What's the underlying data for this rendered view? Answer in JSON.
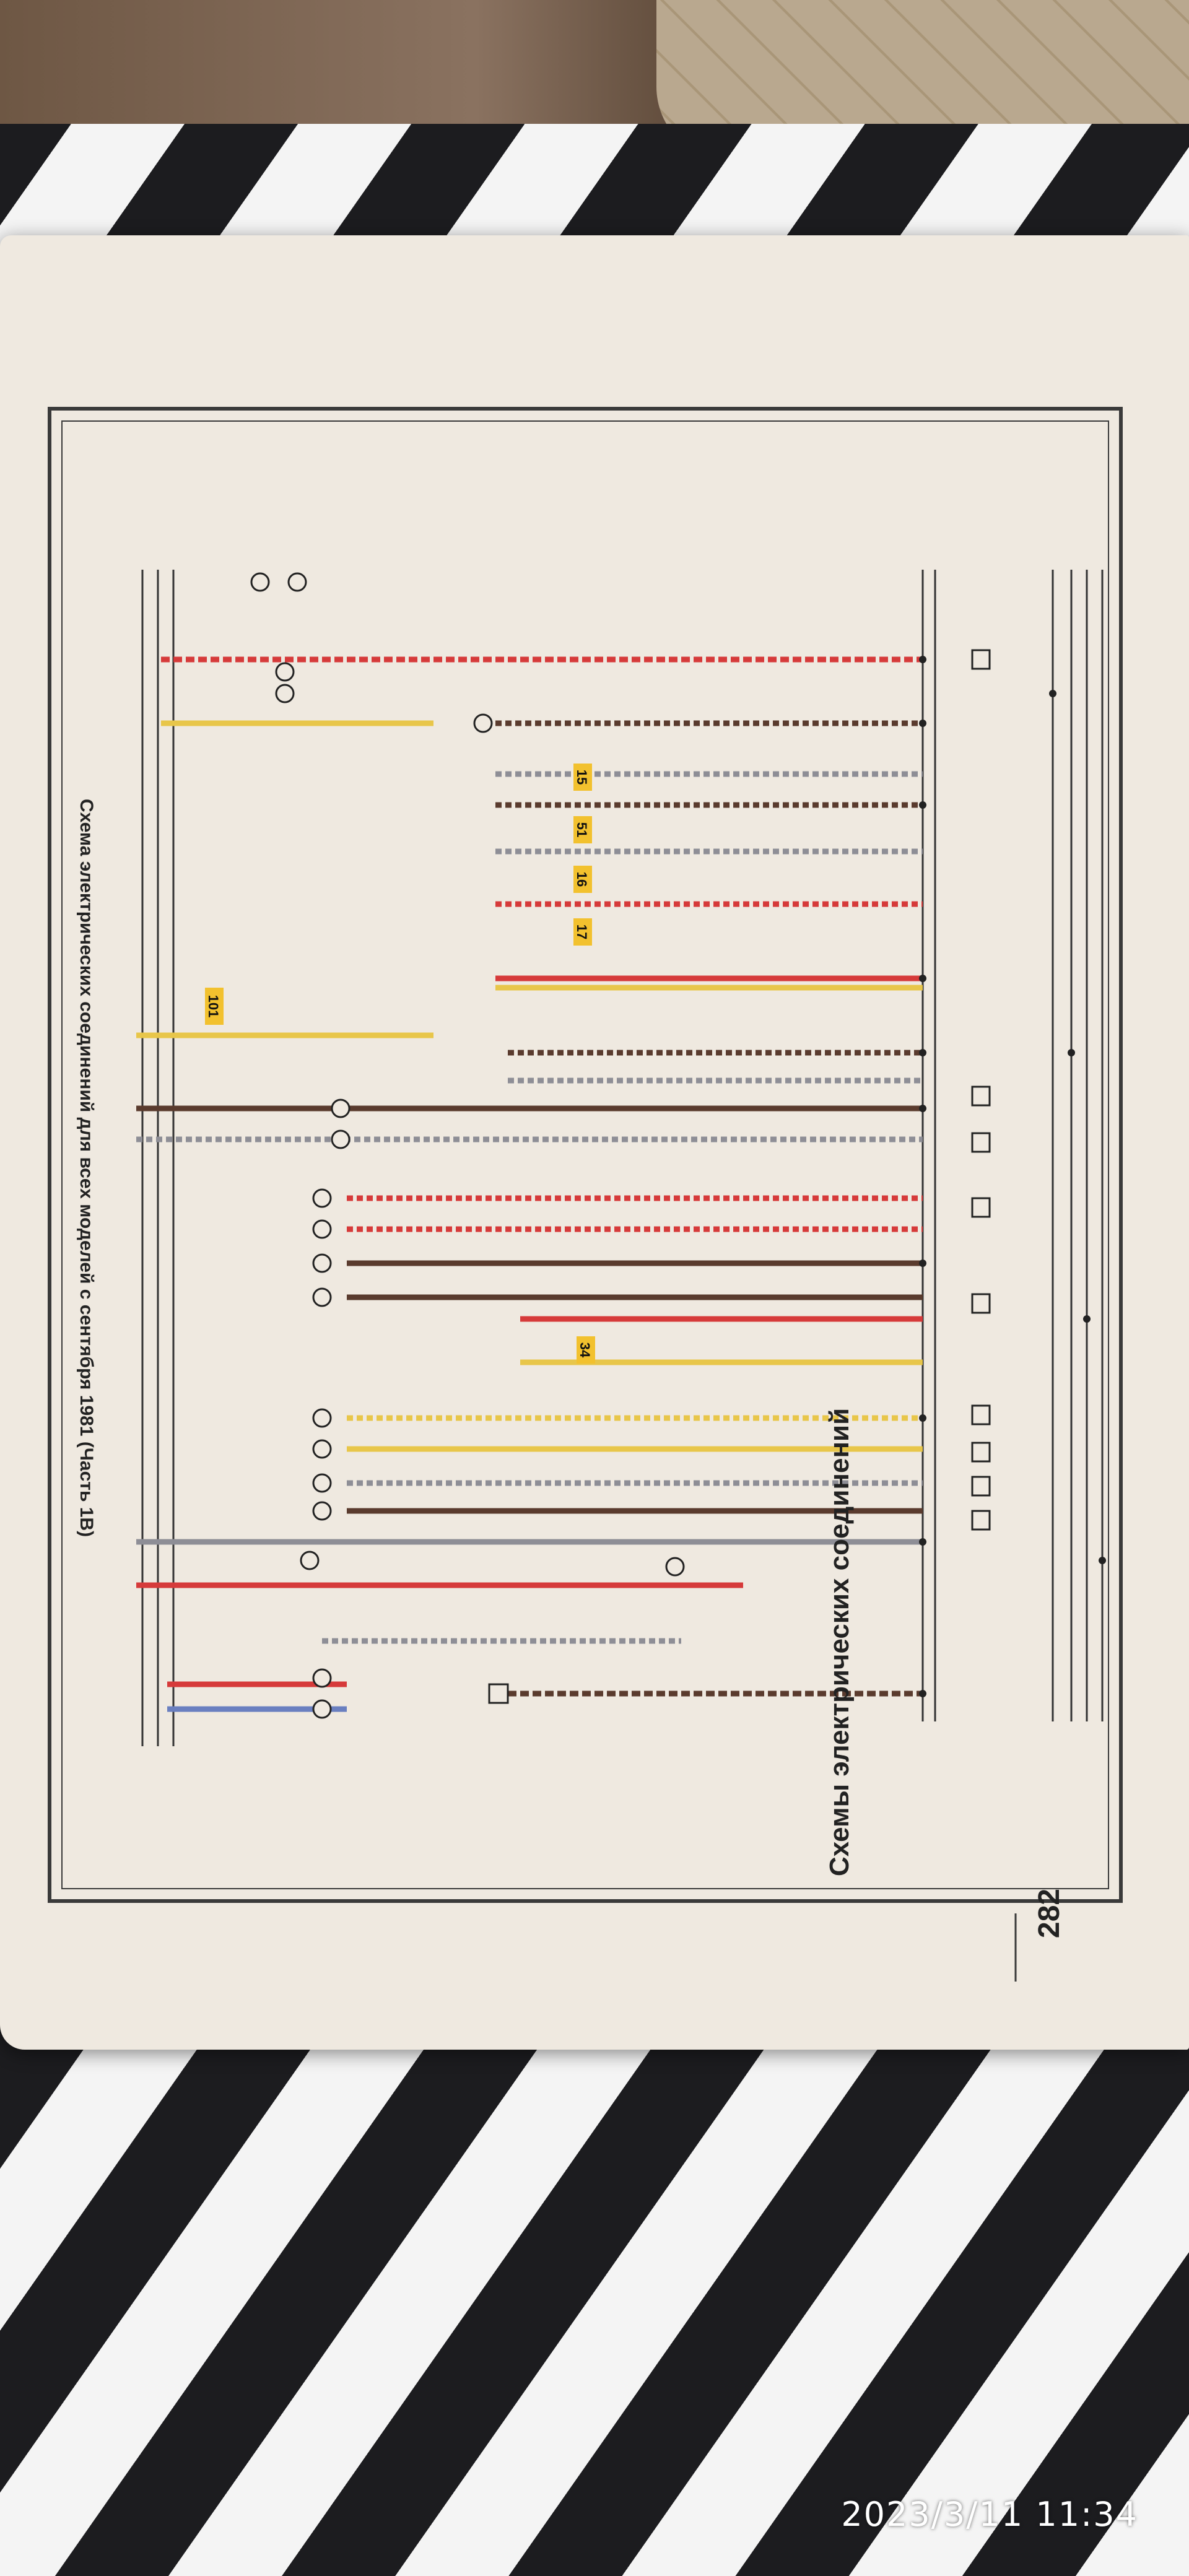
{
  "book": {
    "page_number": "282",
    "chapter_header": "Схемы электрических соединений",
    "caption": "Схема электрических соединений для всех моделей с сентября 1981 (Часть 1B)"
  },
  "badges": [
    "15",
    "51",
    "16",
    "17",
    "101",
    "34"
  ],
  "colors": {
    "page": "#efe9e0",
    "ink": "#222222",
    "badge": "#f2c12e",
    "wire_red": "#d63a3a",
    "wire_yellow": "#e8c64a",
    "wire_brown": "#5a3b2e",
    "wire_gray": "#8e8e96",
    "wire_blue": "#6a7fc0"
  },
  "photo": {
    "timestamp": "2023/3/11 11:34"
  }
}
